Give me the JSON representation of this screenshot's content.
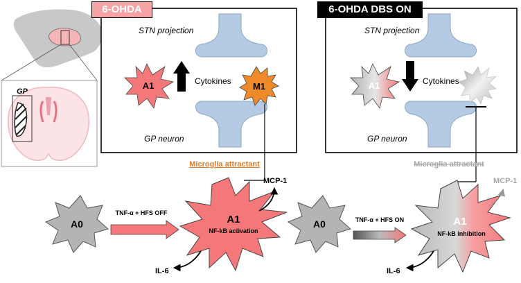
{
  "left_panel": {
    "header": "6-OHDA",
    "stn_label": "STN projection",
    "gp_label": "GP neuron",
    "cytokines_label": "Cytokines",
    "a1_label": "A1",
    "m1_label": "M1",
    "microglia_label": "Microglia attractant"
  },
  "right_panel": {
    "header": "6-OHDA DBS ON",
    "stn_label": "STN projection",
    "gp_label": "GP neuron",
    "cytokines_label": "Cytokines",
    "a1_label": "A1",
    "microglia_label": "Microglia attractant"
  },
  "brain": {
    "gp_label": "GP"
  },
  "bottom_left": {
    "a0_label": "A0",
    "arrow_label": "TNF-α + HFS OFF",
    "a1_label": "A1",
    "a1_sublabel": "NF-kB activation",
    "mcp1_label": "MCP-1",
    "il6_label": "IL-6"
  },
  "bottom_right": {
    "a0_label": "A0",
    "arrow_label": "TNF-α + HFS ON",
    "a1_label": "A1",
    "a1_sublabel": "NF-kB inhibition",
    "mcp1_label": "MCP-1",
    "il6_label": "IL-6"
  },
  "colors": {
    "pink": "#f4777a",
    "pink_light": "#f6b2b3",
    "orange": "#ef8a2a",
    "microglia_orange": "#e07a2b",
    "microglia_gray": "#a6a6a6",
    "gray": "#b4b4b4",
    "synapse_blue": "#b5cbe3",
    "black": "#000000"
  }
}
